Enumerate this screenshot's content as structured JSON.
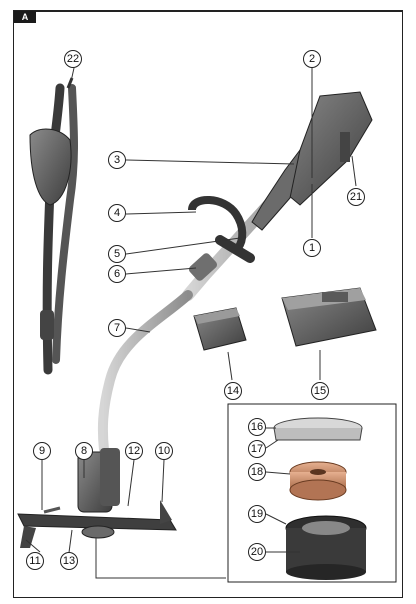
{
  "figure": {
    "label": "A",
    "callouts": [
      "1",
      "2",
      "3",
      "4",
      "5",
      "6",
      "7",
      "8",
      "9",
      "10",
      "11",
      "12",
      "13",
      "14",
      "15",
      "16",
      "17",
      "18",
      "19",
      "20",
      "21",
      "22"
    ]
  }
}
